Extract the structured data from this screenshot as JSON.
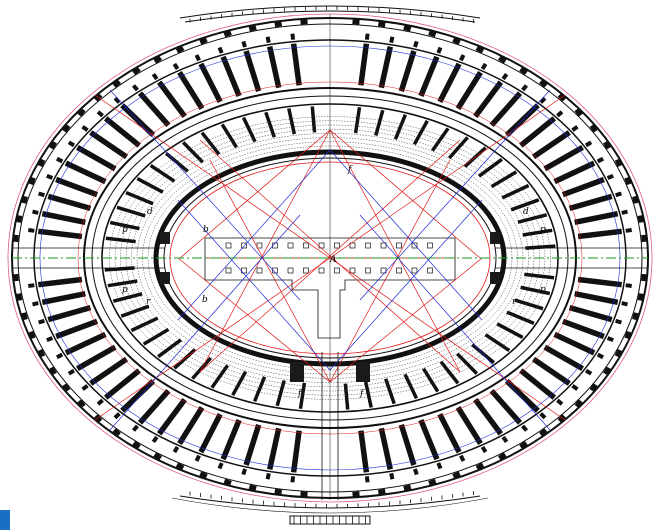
{
  "diagram": {
    "subject": "Amphitheatre ground plan",
    "colors": {
      "ink": "#111111",
      "paper": "#ffffff",
      "construction_red": "#e01818",
      "construction_blue": "#1c2bd6",
      "axis_green": "#1a9a1a",
      "outer_pink": "#e05a8a",
      "corner_accent": "#1a6fc4"
    },
    "labels": {
      "center": "A",
      "arena_b_top": "b",
      "arena_b_bottom": "b",
      "left_d": "d",
      "left_p_top": "p",
      "left_p_bottom": "p",
      "left_r": "r",
      "right_d": "d",
      "right_p_top": "p",
      "right_p_bottom": "p",
      "right_r": "r",
      "bottom_f_left": "f",
      "bottom_f_right": "f",
      "top_f": "f"
    }
  }
}
